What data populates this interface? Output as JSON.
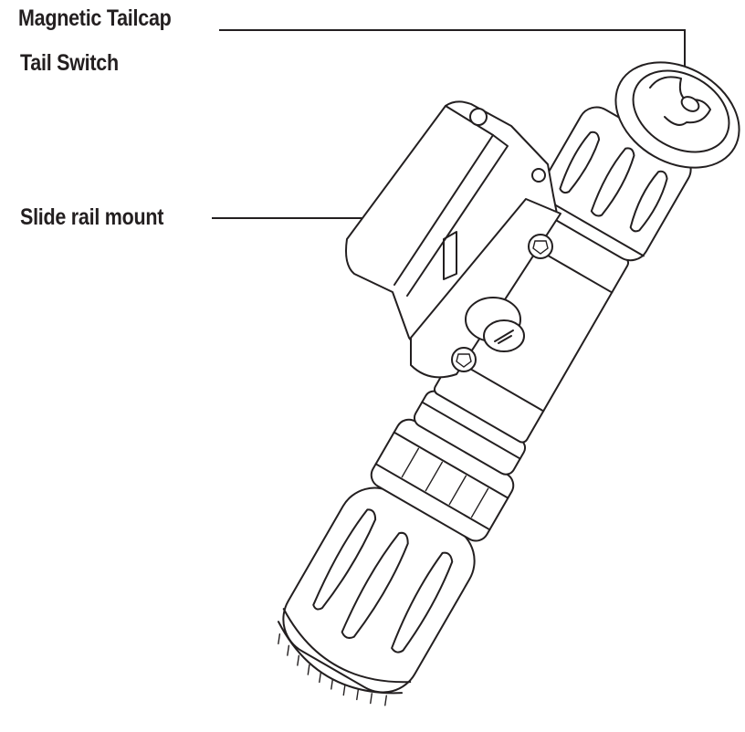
{
  "labels": {
    "magnetic_tailcap": "Magnetic Tailcap",
    "tail_switch": "Tail Switch",
    "slide_rail_mount": "Slide rail mount"
  },
  "colors": {
    "line": "#231f20",
    "background": "#ffffff"
  }
}
